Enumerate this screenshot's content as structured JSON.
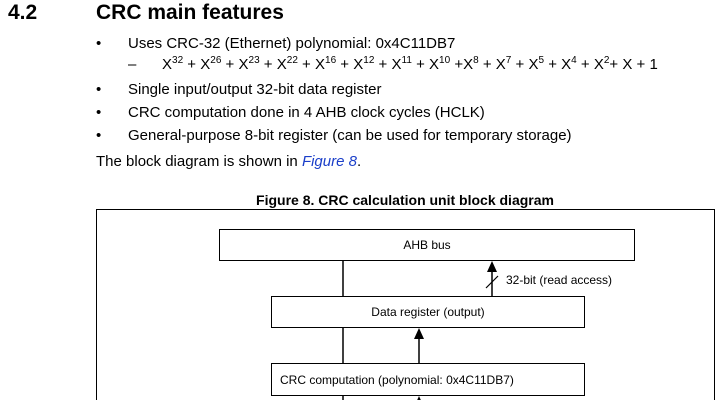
{
  "section": {
    "number": "4.2",
    "title": "CRC main features"
  },
  "features": [
    "Uses CRC-32 (Ethernet) polynomial: 0x4C11DB7",
    "Single input/output 32-bit data register",
    "CRC computation done in 4 AHB clock cycles (HCLK)",
    "General-purpose 8-bit register (can be used for temporary storage)"
  ],
  "polynomial": {
    "dash": "–",
    "terms": [
      {
        "base": "X",
        "exp": "32",
        "after": " + "
      },
      {
        "base": "X",
        "exp": "26",
        "after": " + "
      },
      {
        "base": "X",
        "exp": "23",
        "after": " + "
      },
      {
        "base": "X",
        "exp": "22",
        "after": " + "
      },
      {
        "base": "X",
        "exp": "16",
        "after": " + "
      },
      {
        "base": "X",
        "exp": "12",
        "after": " + "
      },
      {
        "base": "X",
        "exp": "11",
        "after": " + "
      },
      {
        "base": "X",
        "exp": "10",
        "after": " +"
      },
      {
        "base": "X",
        "exp": "8",
        "after": " + "
      },
      {
        "base": "X",
        "exp": "7",
        "after": " + "
      },
      {
        "base": "X",
        "exp": "5",
        "after": " + "
      },
      {
        "base": "X",
        "exp": "4",
        "after": " + "
      },
      {
        "base": "X",
        "exp": "2",
        "after": "+ "
      },
      {
        "base": "X + 1",
        "exp": "",
        "after": ""
      }
    ]
  },
  "reference": {
    "prefix": "The block diagram is shown in ",
    "link": "Figure 8",
    "suffix": "."
  },
  "figure": {
    "caption": "Figure 8. CRC calculation unit block diagram",
    "blocks": {
      "ahb_bus": "AHB bus",
      "data_register": "Data register (output)",
      "crc_computation": "CRC computation (polynomial: 0x4C11DB7)"
    },
    "bus_label": "32-bit (read access)"
  }
}
